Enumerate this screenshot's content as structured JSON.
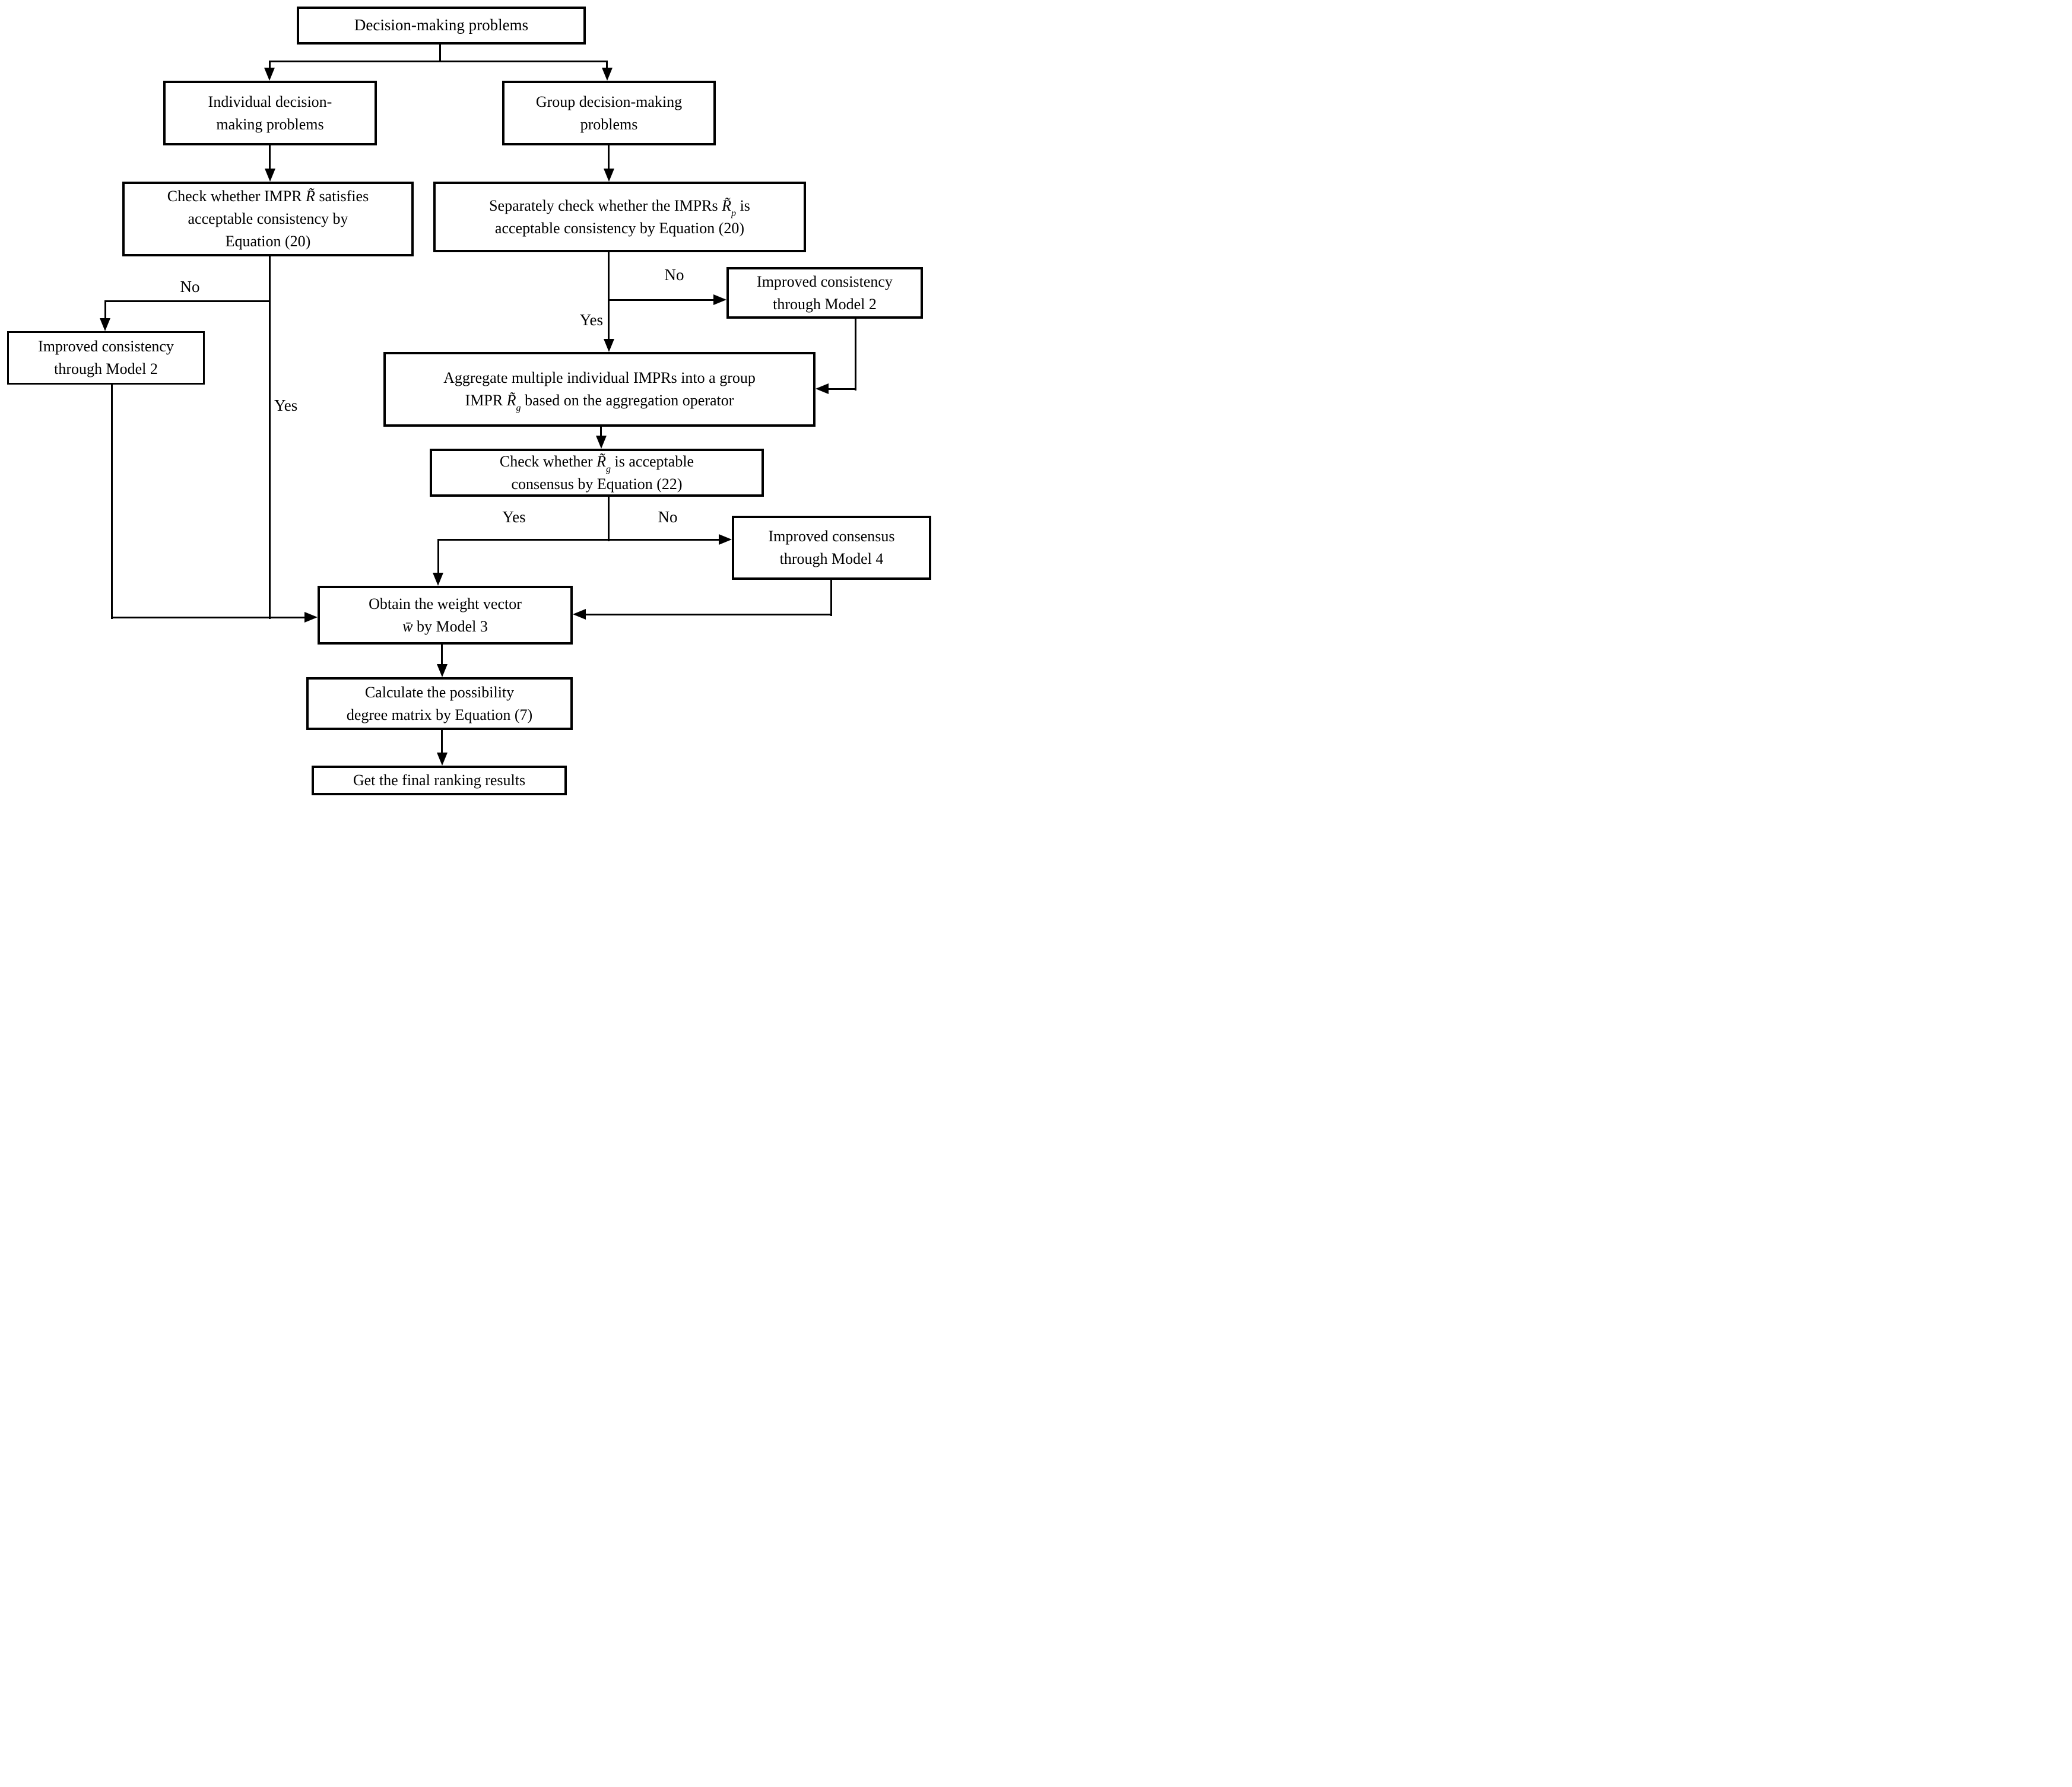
{
  "diagram": {
    "colors": {
      "line": "#000000",
      "background": "#ffffff",
      "box_fill": "#ffffff"
    },
    "boxes": {
      "decision": {
        "segments": [
          {
            "t": "Decision-making problems"
          }
        ]
      },
      "individual": {
        "segments": [
          {
            "t": "Individual decision-"
          },
          {
            "br": true
          },
          {
            "t": "making problems"
          }
        ]
      },
      "group": {
        "segments": [
          {
            "t": "Group decision-making"
          },
          {
            "br": true
          },
          {
            "t": "problems"
          }
        ]
      },
      "check_individual": {
        "segments": [
          {
            "t": "Check  whether IMPR "
          },
          {
            "t": "R̃",
            "cls": "mi"
          },
          {
            "t": " satisfies"
          },
          {
            "br": true
          },
          {
            "t": "acceptable consistency by"
          },
          {
            "br": true
          },
          {
            "t": "Equation (20)"
          }
        ]
      },
      "check_group": {
        "segments": [
          {
            "t": "Separately check whether the IMPRs "
          },
          {
            "t": "R̃",
            "cls": "mi"
          },
          {
            "t": "p",
            "cls": "sub"
          },
          {
            "t": " is"
          },
          {
            "br": true
          },
          {
            "t": "acceptable consistency  by Equation (20)"
          }
        ]
      },
      "improve_consistency_right": {
        "segments": [
          {
            "t": "Improved consistency"
          },
          {
            "br": true
          },
          {
            "t": "through Model 2"
          }
        ]
      },
      "improve_consistency_left": {
        "segments": [
          {
            "t": "Improved consistency"
          },
          {
            "br": true
          },
          {
            "t": "through Model 2"
          }
        ]
      },
      "aggregate": {
        "segments": [
          {
            "t": "Aggregate multiple individual IMPRs into a group"
          },
          {
            "br": true
          },
          {
            "t": "IMPR "
          },
          {
            "t": "R̃",
            "cls": "mi"
          },
          {
            "t": "g",
            "cls": "sub"
          },
          {
            "t": "  based on the aggregation operator"
          }
        ]
      },
      "check_consensus": {
        "segments": [
          {
            "t": "Check whether "
          },
          {
            "t": "R̃",
            "cls": "mi"
          },
          {
            "t": "g",
            "cls": "sub"
          },
          {
            "t": " is acceptable"
          },
          {
            "br": true
          },
          {
            "t": "consensus by Equation (22)"
          }
        ]
      },
      "improve_consensus": {
        "segments": [
          {
            "t": "Improved consensus"
          },
          {
            "br": true
          },
          {
            "t": "through Model 4"
          }
        ]
      },
      "weight": {
        "segments": [
          {
            "t": "Obtain the weight vector"
          },
          {
            "br": true
          },
          {
            "t": "w̄",
            "cls": "mi"
          },
          {
            "t": " by Model 3"
          }
        ]
      },
      "possibility": {
        "segments": [
          {
            "t": "Calculate the possibility"
          },
          {
            "br": true
          },
          {
            "t": "degree matrix by Equation (7)"
          }
        ]
      },
      "final": {
        "segments": [
          {
            "t": "Get the final ranking results"
          }
        ]
      }
    },
    "labels": {
      "no_left": "No",
      "yes_left": "Yes",
      "no_right": "No",
      "yes_right": "Yes",
      "yes_consensus": "Yes",
      "no_consensus": "No"
    }
  }
}
